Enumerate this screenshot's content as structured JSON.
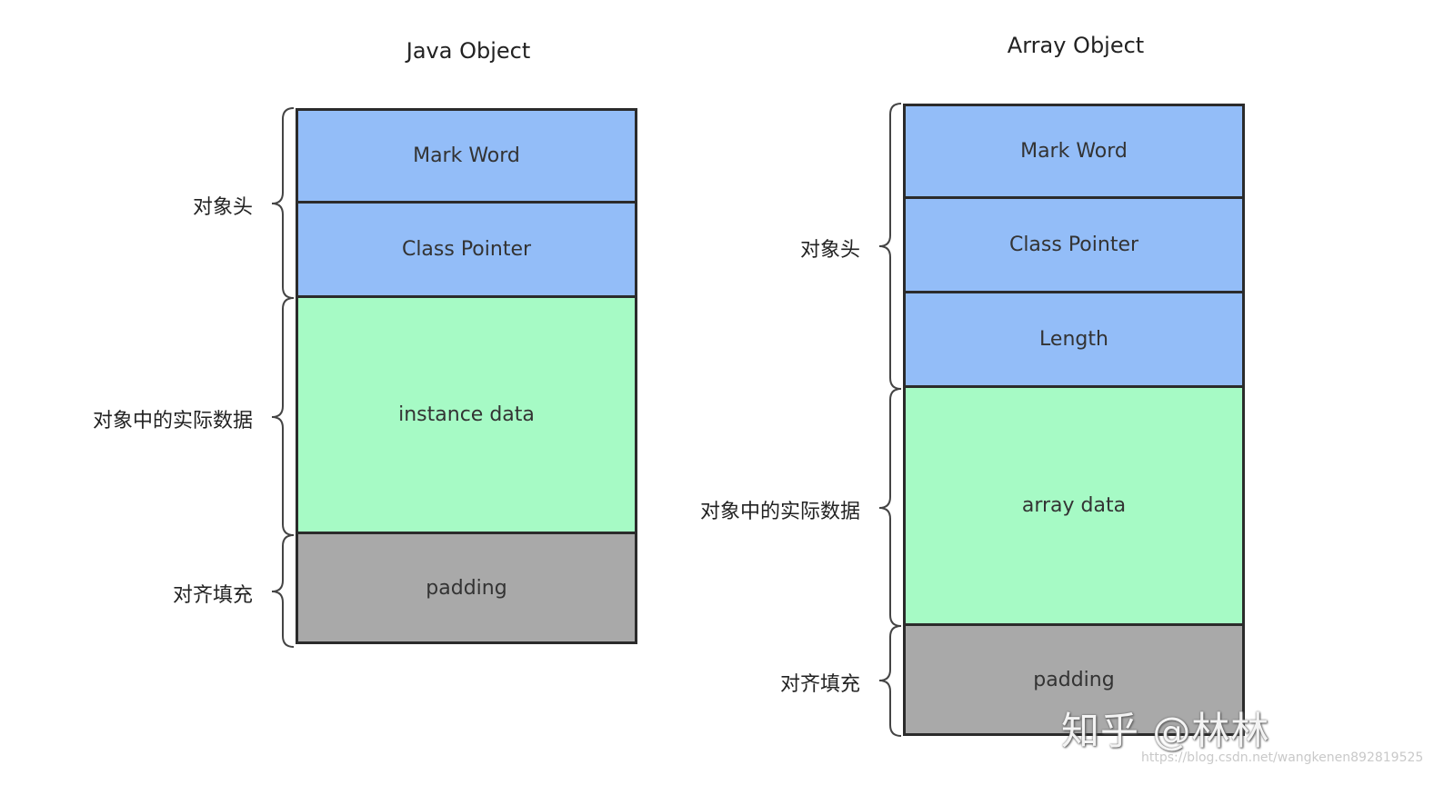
{
  "left": {
    "title": "Java Object",
    "cells": [
      "Mark Word",
      "Class Pointer",
      "instance data",
      "padding"
    ],
    "labels": [
      "对象头",
      "对象中的实际数据",
      "对齐填充"
    ]
  },
  "right": {
    "title": "Array Object",
    "cells": [
      "Mark Word",
      "Class Pointer",
      "Length",
      "array data",
      "padding"
    ],
    "labels": [
      "对象头",
      "对象中的实际数据",
      "对齐填充"
    ]
  },
  "colors": {
    "header": "#93bdf8",
    "data": "#a6fac5",
    "padding": "#a9a9a9"
  },
  "watermark": "知乎 @林林",
  "source_url": "https://blog.csdn.net/wangkenen892819525"
}
